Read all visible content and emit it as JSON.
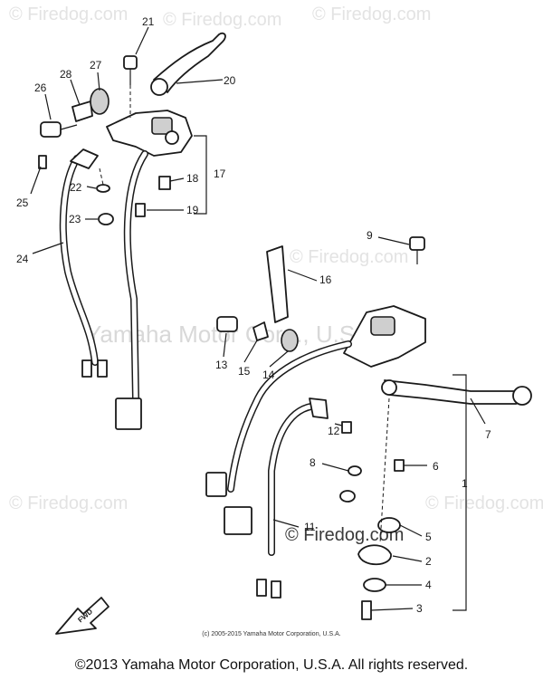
{
  "watermarks": {
    "firedog": "© Firedog.com",
    "yamaha": "Yamaha Motor Corp., U.S.A."
  },
  "callouts": [
    "21",
    "20",
    "27",
    "28",
    "26",
    "17",
    "18",
    "19",
    "22",
    "25",
    "23",
    "24",
    "9",
    "16",
    "13",
    "15",
    "14",
    "12",
    "7",
    "6",
    "8",
    "1",
    "11",
    "5",
    "2",
    "4",
    "3"
  ],
  "fwd_label": "FWD",
  "copyright_small": "(c) 2005-2015 Yamaha Motor Corporation, U.S.A.",
  "copyright_main": "©2013 Yamaha Motor Corporation, U.S.A. All rights reserved."
}
